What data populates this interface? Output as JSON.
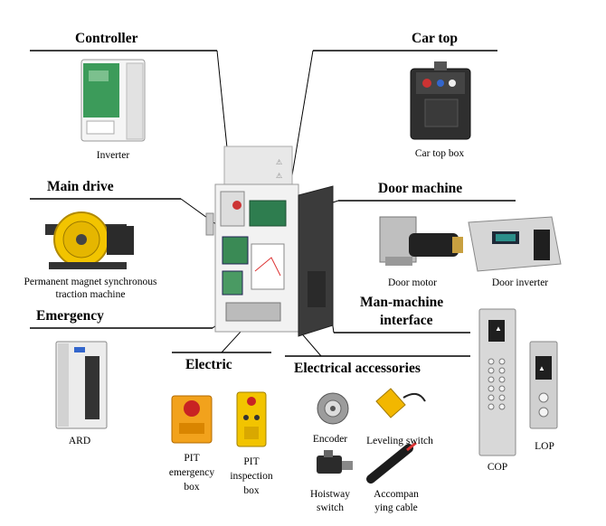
{
  "headings": {
    "controller": "Controller",
    "car_top": "Car top",
    "main_drive": "Main drive",
    "door_machine": "Door machine",
    "emergency": "Emergency",
    "hmi_line1": "Man-machine",
    "hmi_line2": "interface",
    "electric": "Electric",
    "electrical_accessories": "Electrical accessories"
  },
  "captions": {
    "inverter": "Inverter",
    "car_top_box": "Car top box",
    "traction_line1": "Permanent magnet synchronous",
    "traction_line2": "traction machine",
    "door_motor": "Door motor",
    "door_inverter": "Door inverter",
    "ard": "ARD",
    "pit_em_1": "PIT",
    "pit_em_2": "emergency",
    "pit_em_3": "box",
    "pit_insp_1": "PIT",
    "pit_insp_2": "inspection",
    "pit_insp_3": "box",
    "encoder": "Encoder",
    "leveling_switch": "Leveling switch",
    "hoistway_1": "Hoistway",
    "hoistway_2": "switch",
    "cable_1": "Accompan",
    "cable_2": "ying cable",
    "cop": "COP",
    "lop": "LOP"
  }
}
